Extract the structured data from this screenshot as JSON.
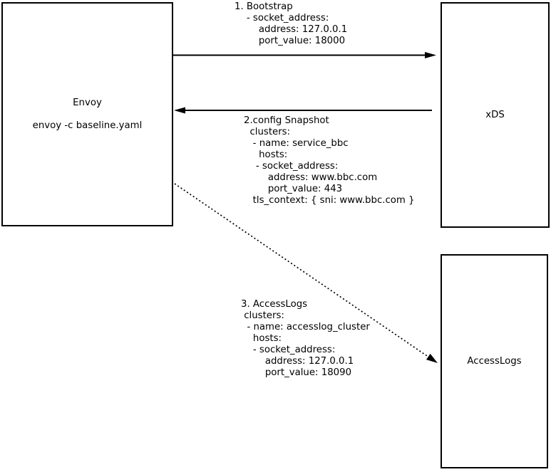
{
  "diagram": {
    "type": "component-flow-diagram",
    "background_color": "#ffffff",
    "stroke_color": "#000000",
    "text_color": "#000000",
    "nodes": [
      {
        "id": "envoy",
        "title": "Envoy",
        "subtitle": "envoy -c baseline.yaml"
      },
      {
        "id": "xds",
        "title": "xDS"
      },
      {
        "id": "accesslogs",
        "title": "AccessLogs"
      }
    ],
    "messages": [
      {
        "id": "bootstrap",
        "from": "Envoy",
        "to": "xDS",
        "line_style": "solid",
        "label_lines": [
          "1. Bootstrap",
          "    - socket_address:",
          "        address: 127.0.0.1",
          "        port_value: 18000"
        ]
      },
      {
        "id": "config-snapshot",
        "from": "xDS",
        "to": "Envoy",
        "line_style": "solid",
        "label_lines": [
          "2.config Snapshot",
          "  clusters:",
          "   - name: service_bbc",
          "     hosts:",
          "    - socket_address:",
          "        address: www.bbc.com",
          "        port_value: 443",
          "   tls_context: { sni: www.bbc.com }"
        ]
      },
      {
        "id": "accesslogs",
        "from": "Envoy",
        "to": "AccessLogs",
        "line_style": "dotted",
        "label_lines": [
          "3. AccessLogs",
          " clusters:",
          "  - name: accesslog_cluster",
          "    hosts:",
          "    - socket_address:",
          "        address: 127.0.0.1",
          "        port_value: 18090"
        ]
      }
    ]
  }
}
